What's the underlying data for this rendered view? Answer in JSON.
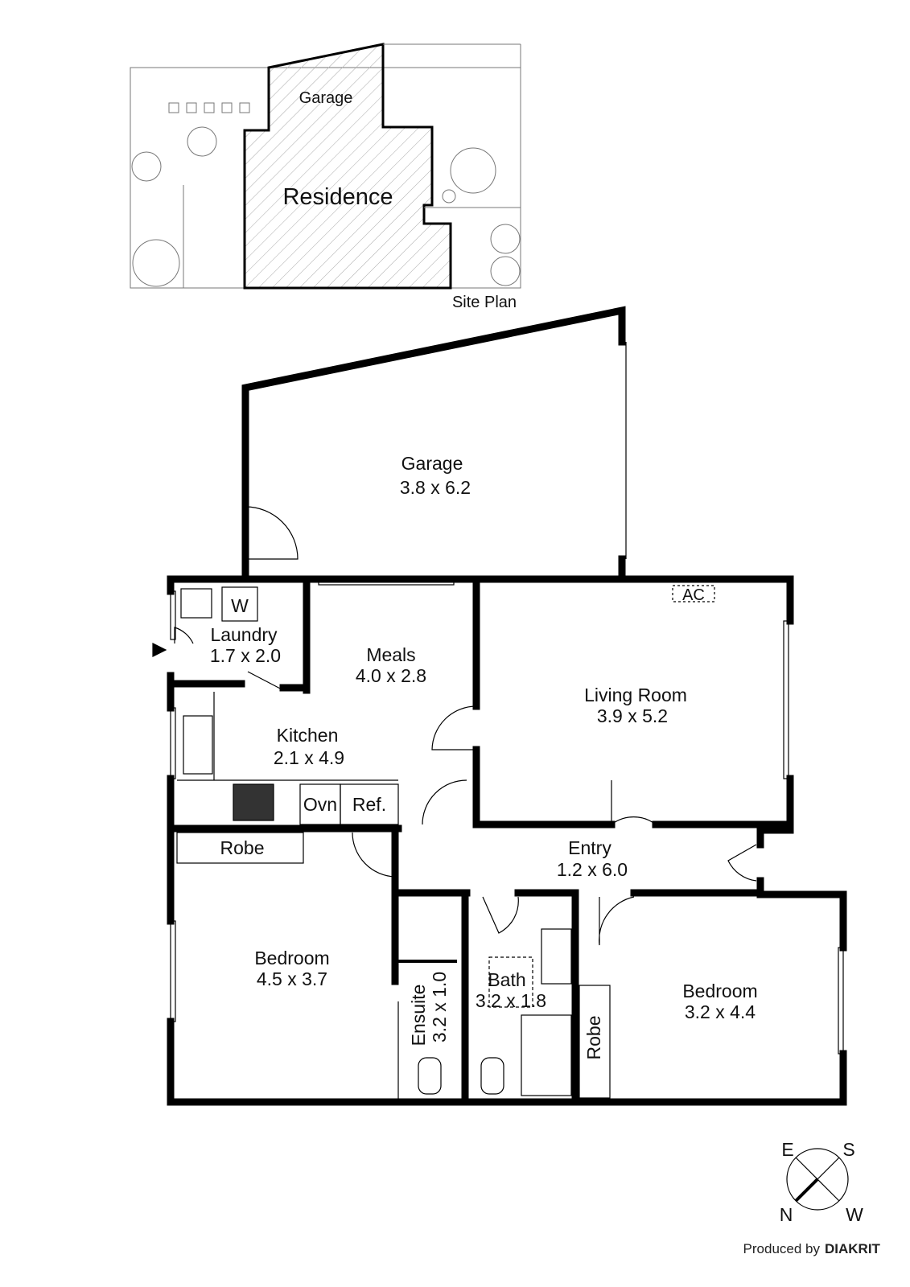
{
  "site_plan": {
    "garage_label": "Garage",
    "residence_label": "Residence",
    "caption": "Site Plan"
  },
  "rooms": {
    "garage": {
      "name": "Garage",
      "size": "3.8 x 6.2"
    },
    "laundry": {
      "name": "Laundry",
      "size": "1.7 x 2.0"
    },
    "meals": {
      "name": "Meals",
      "size": "4.0 x 2.8"
    },
    "living": {
      "name": "Living Room",
      "size": "3.9 x 5.2"
    },
    "kitchen": {
      "name": "Kitchen",
      "size": "2.1 x 4.9"
    },
    "entry": {
      "name": "Entry",
      "size": "1.2 x 6.0"
    },
    "bedroom1": {
      "name": "Bedroom",
      "size": "4.5 x 3.7"
    },
    "ensuite": {
      "name": "Ensuite",
      "size": "3.2 x 1.0"
    },
    "bath": {
      "name": "Bath",
      "size": "3.2 x 1.8"
    },
    "bedroom2": {
      "name": "Bedroom",
      "size": "3.2 x 4.4"
    }
  },
  "fixtures": {
    "washer": "W",
    "ac": "AC",
    "oven": "Ovn",
    "fridge": "Ref.",
    "robe1": "Robe",
    "robe2": "Robe"
  },
  "compass": {
    "e": "E",
    "s": "S",
    "n": "N",
    "w": "W"
  },
  "credit": {
    "prefix": "Produced by",
    "brand": "DIAKRIT"
  }
}
